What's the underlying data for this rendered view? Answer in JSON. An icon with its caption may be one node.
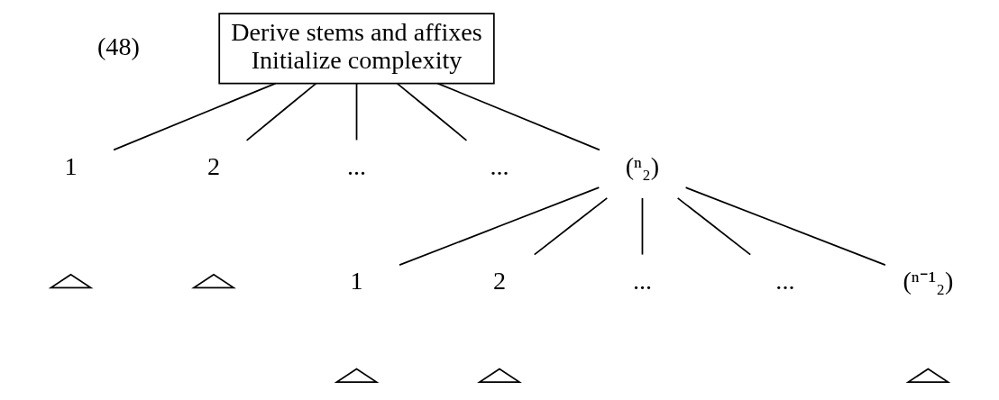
{
  "diagram": {
    "nodes": [
      {
        "text": [
          "Derive stems and affixes",
          "Initialize complexity"
        ]
      },
      {
        "text": [
          "1"
        ]
      },
      {
        "text": [
          "2"
        ]
      },
      {
        "text": [
          "..."
        ]
      },
      {
        "text": [
          "..."
        ]
      },
      {
        "text": [
          "(ⁿ₂)"
        ]
      },
      {
        "text": [
          "1"
        ]
      },
      {
        "text": [
          "2"
        ]
      },
      {
        "text": [
          "..."
        ]
      },
      {
        "text": [
          "..."
        ]
      },
      {
        "text": [
          "(ⁿ⁻¹₂)"
        ]
      },
      {
        "text": [],
        "shape": "caret"
      },
      {
        "text": [],
        "shape": "caret"
      },
      {
        "text": [],
        "shape": "caret"
      },
      {
        "text": [],
        "shape": "caret"
      },
      {
        "text": [],
        "shape": "caret"
      }
    ],
    "edges": [
      {
        "from": 0,
        "to": 1,
        "arrow": "none"
      },
      {
        "from": 0,
        "to": 2,
        "arrow": "none"
      },
      {
        "from": 0,
        "to": 3,
        "arrow": "none"
      },
      {
        "from": 0,
        "to": 4,
        "arrow": "none"
      },
      {
        "from": 0,
        "to": 5,
        "arrow": "none"
      },
      {
        "from": 5,
        "to": 6,
        "arrow": "none"
      },
      {
        "from": 5,
        "to": 7,
        "arrow": "none"
      },
      {
        "from": 5,
        "to": 8,
        "arrow": "none"
      },
      {
        "from": 5,
        "to": 9,
        "arrow": "none"
      },
      {
        "from": 5,
        "to": 10,
        "arrow": "none"
      }
    ],
    "labels": [
      "(48)"
    ]
  }
}
